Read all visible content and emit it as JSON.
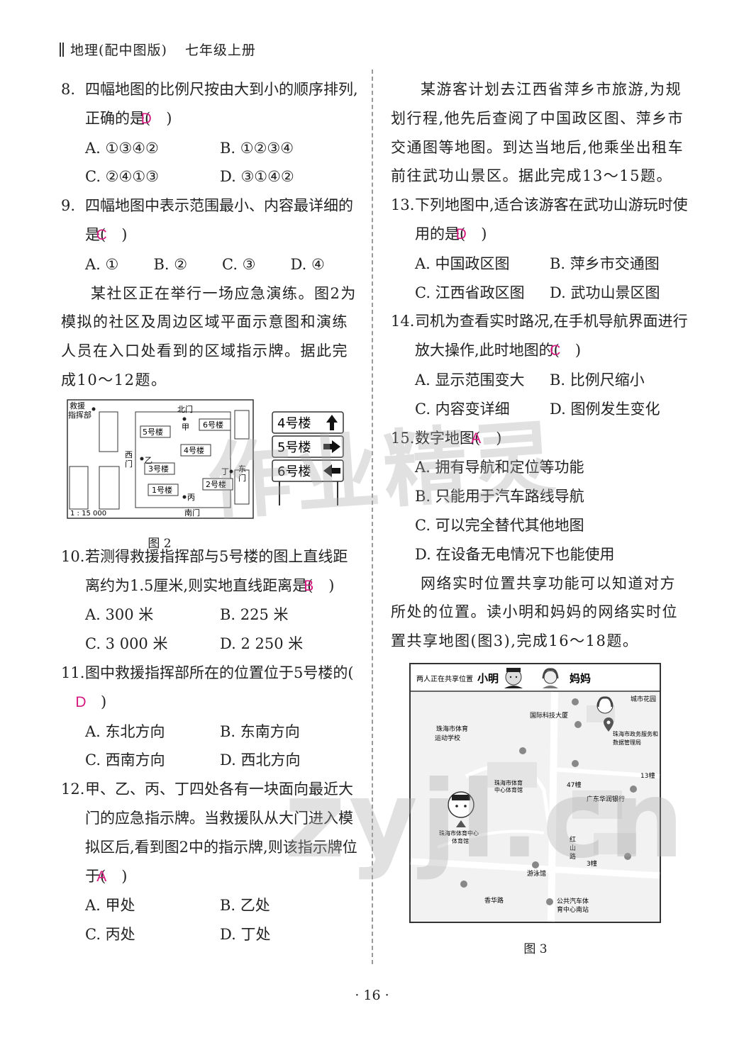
{
  "header": {
    "book": "地理(配中图版)",
    "grade": "七年级上册"
  },
  "page_number": "· 16 ·",
  "left": {
    "q8": {
      "num": "8.",
      "text": "四幅地图的比例尺按由大到小的顺序排列,正确的是(",
      "answer": "D",
      "close": ")",
      "options": [
        "A. ①③④②",
        "B. ①②③④",
        "C. ②④①③",
        "D. ③①④②"
      ]
    },
    "q9": {
      "num": "9.",
      "text": "四幅地图中表示范围最小、内容最详细的是(",
      "answer": "C",
      "close": ")",
      "options": [
        "A. ①",
        "B. ②",
        "C. ③",
        "D. ④"
      ]
    },
    "intro": "某社区正在举行一场应急演练。图2为模拟的社区及周边区域平面示意图和演练人员在入口处看到的区域指示牌。据此完成10～12题。",
    "fig2": {
      "caption": "图 2",
      "labels": {
        "command1": "救援",
        "command2": "指挥部",
        "north_gate": "北门",
        "jia": "甲",
        "yi": "乙",
        "bing": "丙",
        "ding": "丁",
        "west1": "西",
        "west2": "门",
        "east1": "东",
        "east2": "门",
        "south_gate": "南门",
        "b1": "1号楼",
        "b2": "2号楼",
        "b3": "3号楼",
        "b4": "4号楼",
        "b5": "5号楼",
        "b6": "6号楼",
        "scale": "1 : 15 000"
      },
      "sign": [
        "4号楼",
        "5号楼",
        "6号楼"
      ]
    },
    "q10": {
      "num": "10.",
      "text": "若测得救援指挥部与5号楼的图上直线距离约为1.5厘米,则实地直线距离是(",
      "answer": "B",
      "close": ")",
      "options": [
        "A. 300 米",
        "B. 225 米",
        "C. 3 000 米",
        "D. 2 250 米"
      ]
    },
    "q11": {
      "num": "11.",
      "text": "图中救援指挥部所在的位置位于5号楼的(",
      "answer": "D",
      "close": ")",
      "options": [
        "A. 东北方向",
        "B. 东南方向",
        "C. 西南方向",
        "D. 西北方向"
      ]
    },
    "q12": {
      "num": "12.",
      "text": "甲、乙、丙、丁四处各有一块面向最近大门的应急指示牌。当救援队从大门进入模拟区后,看到图2中的指示牌,则该指示牌位于(",
      "answer": "A",
      "close": ")",
      "options": [
        "A. 甲处",
        "B. 乙处",
        "C. 丙处",
        "D. 丁处"
      ]
    }
  },
  "right": {
    "intro": "某游客计划去江西省萍乡市旅游,为规划行程,他先后查阅了中国政区图、萍乡市交通图等地图。到达当地后,他乘坐出租车前往武功山景区。据此完成13～15题。",
    "q13": {
      "num": "13.",
      "text": "下列地图中,适合该游客在武功山游玩时使用的是(",
      "answer": "D",
      "close": ")",
      "options": [
        "A. 中国政区图",
        "B. 萍乡市交通图",
        "C. 江西省政区图",
        "D. 武功山景区图"
      ]
    },
    "q14": {
      "num": "14.",
      "text": "司机为查看实时路况,在手机导航界面进行放大操作,此时地图的(",
      "answer": "C",
      "close": ")",
      "options": [
        "A. 显示范围变大",
        "B. 比例尺缩小",
        "C. 内容变详细",
        "D. 图例发生变化"
      ]
    },
    "q15": {
      "num": "15.",
      "text": "数字地图(",
      "answer": "A",
      "close": ")",
      "options": [
        "A. 拥有导航和定位等功能",
        "B. 只能用于汽车路线导航",
        "C. 可以完全替代其他地图",
        "D. 在设备无电情况下也能使用"
      ]
    },
    "intro2": "网络实时位置共享功能可以知道对方所处的位置。读小明和妈妈的网络实时位置共享地图(图3),完成16～18题。",
    "fig3": {
      "caption": "图 3",
      "top_text": "两人正在共享位置",
      "person1": "小明",
      "person2": "妈妈",
      "places": {
        "garden": "城市花园",
        "tech": "国际科技大厦",
        "school1": "珠海市体育",
        "school2": "运动学校",
        "gov1": "珠海市政务服务和",
        "gov2": "数据管理局",
        "center1": "珠海市体育",
        "center2": "中心体育馆",
        "b47": "47幢",
        "b13": "13幢",
        "bank": "广东华润银行",
        "gym1": "珠海市体育中心",
        "gym2": "体育馆",
        "road1": "红",
        "road2": "山",
        "road3": "路",
        "b3": "3幢",
        "pool": "游泳馆",
        "xianghua": "香华路",
        "bus1": "公共汽车体",
        "bus2": "育中心南站"
      }
    }
  },
  "watermark": {
    "big": "作业精灵",
    "url": "zyjl.cn"
  }
}
